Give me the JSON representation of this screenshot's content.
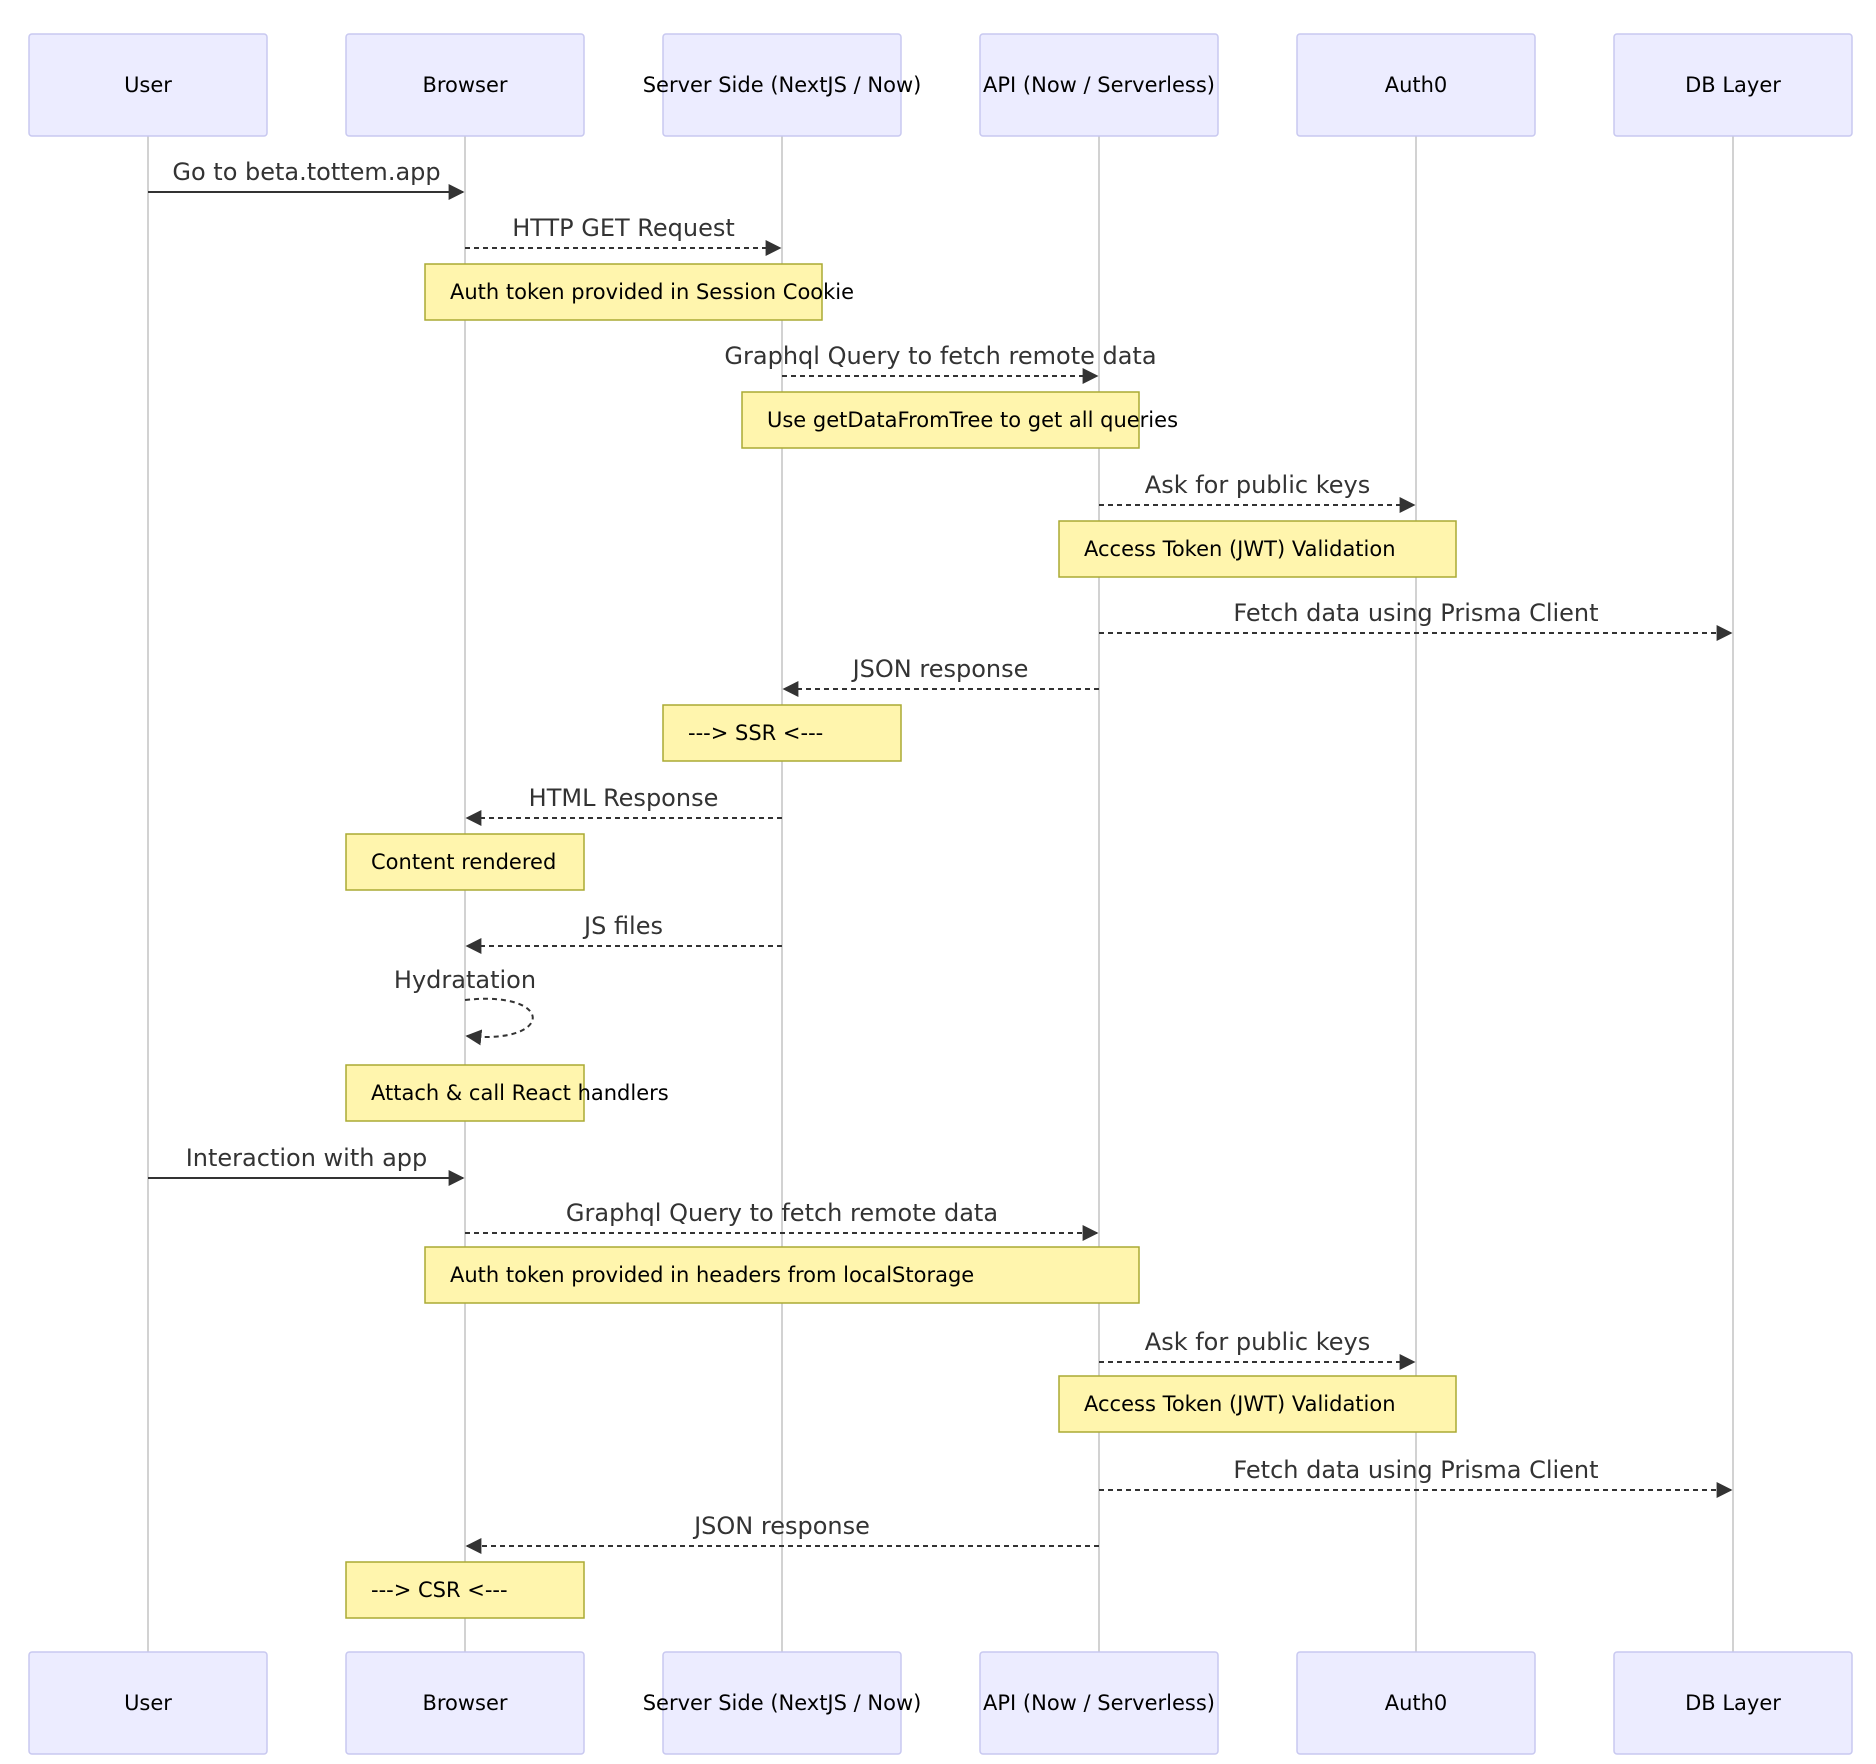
{
  "actors": [
    {
      "id": "user",
      "label": "User"
    },
    {
      "id": "browser",
      "label": "Browser"
    },
    {
      "id": "server",
      "label": "Server Side (NextJS / Now)"
    },
    {
      "id": "api",
      "label": "API (Now / Serverless)"
    },
    {
      "id": "auth0",
      "label": "Auth0"
    },
    {
      "id": "db",
      "label": "DB Layer"
    }
  ],
  "messages": [
    {
      "from": "user",
      "to": "browser",
      "label": "Go to beta.tottem.app",
      "style": "solid"
    },
    {
      "from": "browser",
      "to": "server",
      "label": "HTTP GET Request",
      "style": "dashed"
    },
    {
      "from": "server",
      "to": "api",
      "label": "Graphql Query to fetch remote data",
      "style": "dashed"
    },
    {
      "from": "api",
      "to": "auth0",
      "label": "Ask for public keys",
      "style": "dashed"
    },
    {
      "from": "api",
      "to": "db",
      "label": "Fetch data using Prisma Client",
      "style": "dashed"
    },
    {
      "from": "api",
      "to": "server",
      "label": "JSON response",
      "style": "dashed"
    },
    {
      "from": "server",
      "to": "browser",
      "label": "HTML Response",
      "style": "dashed"
    },
    {
      "from": "server",
      "to": "browser",
      "label": "JS files",
      "style": "dashed"
    },
    {
      "from": "browser",
      "to": "browser",
      "label": "Hydratation",
      "style": "dashed"
    },
    {
      "from": "user",
      "to": "browser",
      "label": "Interaction with app",
      "style": "solid"
    },
    {
      "from": "browser",
      "to": "api",
      "label": "Graphql Query to fetch remote data",
      "style": "dashed"
    },
    {
      "from": "api",
      "to": "auth0",
      "label": "Ask for public keys",
      "style": "dashed"
    },
    {
      "from": "api",
      "to": "db",
      "label": "Fetch data using Prisma Client",
      "style": "dashed"
    },
    {
      "from": "api",
      "to": "browser",
      "label": "JSON response",
      "style": "dashed"
    }
  ],
  "notes": [
    {
      "over": [
        "browser",
        "server"
      ],
      "text": "Auth token provided in Session Cookie"
    },
    {
      "over": [
        "server",
        "api"
      ],
      "text": "Use getDataFromTree to get all queries"
    },
    {
      "over": [
        "api",
        "auth0"
      ],
      "text": "Access Token (JWT) Validation"
    },
    {
      "over": [
        "server"
      ],
      "text": "---> SSR <---"
    },
    {
      "over": [
        "browser"
      ],
      "text": "Content rendered"
    },
    {
      "over": [
        "browser"
      ],
      "text": "Attach & call React handlers"
    },
    {
      "over": [
        "browser",
        "api"
      ],
      "text": "Auth token provided in headers from localStorage"
    },
    {
      "over": [
        "api",
        "auth0"
      ],
      "text": "Access Token (JWT) Validation"
    },
    {
      "over": [
        "browser"
      ],
      "text": "---> CSR <---"
    }
  ]
}
